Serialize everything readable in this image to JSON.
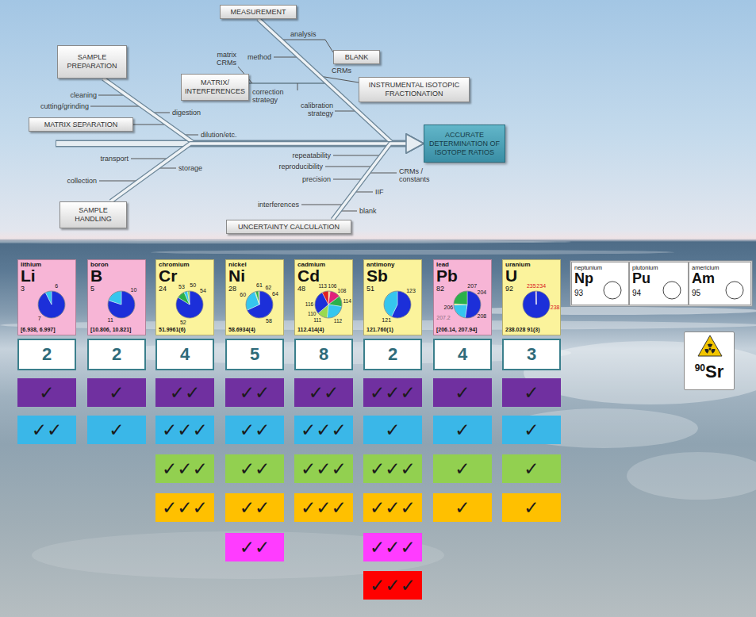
{
  "diagram": {
    "nodes": [
      {
        "text": [
          "MEASUREMENT"
        ]
      },
      {
        "text": [
          "SAMPLE PREPARATION"
        ]
      },
      {
        "text": [
          "BLANK"
        ]
      },
      {
        "text": [
          "MATRIX/ INTERFERENCES"
        ]
      },
      {
        "text": [
          "INSTRUMENTAL ISOTOPIC FRACTIONATION"
        ]
      },
      {
        "text": [
          "MATRIX SEPARATION"
        ]
      },
      {
        "text": [
          "ACCURATE DETERMINATION OF ISOTOPE RATIOS"
        ]
      },
      {
        "text": [
          "SAMPLE HANDLING"
        ]
      },
      {
        "text": [
          "UNCERTAINTY CALCULATION"
        ]
      },
      {
        "text": [
          "lithium",
          "Li",
          "3",
          "[6.938, 6.997]",
          "6",
          "7"
        ]
      },
      {
        "text": [
          "boron",
          "B",
          "5",
          "[10.806, 10.821]",
          "10",
          "11"
        ]
      },
      {
        "text": [
          "chromium",
          "Cr",
          "24",
          "51.9961(6)",
          "53",
          "50",
          "54",
          "52"
        ]
      },
      {
        "text": [
          "nickel",
          "Ni",
          "28",
          "58.6934(4)",
          "61",
          "62",
          "64",
          "60",
          "58"
        ]
      },
      {
        "text": [
          "cadmium",
          "Cd",
          "48",
          "112.414(4)",
          "106",
          "108",
          "113",
          "114",
          "116",
          "110",
          "111",
          "112"
        ]
      },
      {
        "text": [
          "antimony",
          "Sb",
          "51",
          "121.760(1)",
          "123",
          "121"
        ]
      },
      {
        "text": [
          "lead",
          "Pb",
          "82",
          "[206.14, 207.94]",
          "207",
          "204",
          "206",
          "208",
          "207.2"
        ]
      },
      {
        "text": [
          "uranium",
          "U",
          "92",
          "238.028 91(3)",
          "235",
          "234",
          "238"
        ]
      },
      {
        "text": [
          "neptunium",
          "Np",
          "93"
        ]
      },
      {
        "text": [
          "plutonium",
          "Pu",
          "94"
        ]
      },
      {
        "text": [
          "americium",
          "Am",
          "95"
        ]
      },
      {
        "text": [
          "90",
          "Sr"
        ]
      },
      {
        "text": [
          "2"
        ]
      },
      {
        "text": [
          "2"
        ]
      },
      {
        "text": [
          "4"
        ]
      },
      {
        "text": [
          "5"
        ]
      },
      {
        "text": [
          "8"
        ]
      },
      {
        "text": [
          "2"
        ]
      },
      {
        "text": [
          "4"
        ]
      },
      {
        "text": [
          "3"
        ]
      },
      {
        "text": [
          "✓"
        ]
      },
      {
        "text": [
          "✓"
        ]
      },
      {
        "text": [
          "✓✓"
        ]
      },
      {
        "text": [
          "✓✓"
        ]
      },
      {
        "text": [
          "✓✓"
        ]
      },
      {
        "text": [
          "✓✓✓"
        ]
      },
      {
        "text": [
          "✓"
        ]
      },
      {
        "text": [
          "✓"
        ]
      },
      {
        "text": [
          "✓✓"
        ]
      },
      {
        "text": [
          "✓"
        ]
      },
      {
        "text": [
          "✓✓✓"
        ]
      },
      {
        "text": [
          "✓✓"
        ]
      },
      {
        "text": [
          "✓✓✓"
        ]
      },
      {
        "text": [
          "✓"
        ]
      },
      {
        "text": [
          "✓"
        ]
      },
      {
        "text": [
          "✓"
        ]
      },
      {
        "text": [
          "✓✓✓"
        ]
      },
      {
        "text": [
          "✓✓"
        ]
      },
      {
        "text": [
          "✓✓✓"
        ]
      },
      {
        "text": [
          "✓✓✓"
        ]
      },
      {
        "text": [
          "✓"
        ]
      },
      {
        "text": [
          "✓"
        ]
      },
      {
        "text": [
          "✓✓✓"
        ]
      },
      {
        "text": [
          "✓✓"
        ]
      },
      {
        "text": [
          "✓✓✓"
        ]
      },
      {
        "text": [
          "✓✓✓"
        ]
      },
      {
        "text": [
          "✓"
        ]
      },
      {
        "text": [
          "✓"
        ]
      },
      {
        "text": [
          "✓✓"
        ]
      },
      {
        "text": [
          "✓✓✓"
        ]
      },
      {
        "text": [
          "✓✓✓"
        ]
      }
    ],
    "edges": [
      {
        "from": 0,
        "to": 6,
        "arrow": "to"
      },
      {
        "from": 1,
        "to": 6,
        "arrow": "to"
      },
      {
        "from": 7,
        "to": 6,
        "arrow": "to"
      },
      {
        "from": 8,
        "to": 6,
        "arrow": "to"
      }
    ],
    "labels": [
      "analysis",
      "method",
      "matrix CRMs",
      "CRMs",
      "correction strategy",
      "calibration strategy",
      "cleaning",
      "cutting/grinding",
      "digestion",
      "dilution/etc.",
      "transport",
      "repeatability",
      "storage",
      "reproducibility",
      "CRMs / constants",
      "collection",
      "precision",
      "IIF",
      "interferences",
      "blank"
    ]
  }
}
